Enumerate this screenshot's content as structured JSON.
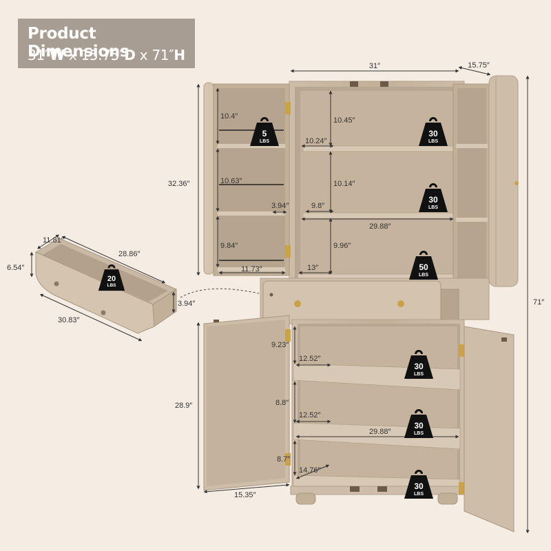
{
  "header": {
    "title": "Product Dimensions",
    "w_value": "31″",
    "w_unit": "W",
    "sep1": " x ",
    "d_value": "15.75″",
    "d_unit": "D",
    "sep2": " x ",
    "h_value": "71″",
    "h_unit": "H"
  },
  "overall": {
    "width": "31″",
    "depth": "15.75″",
    "height": "71″",
    "upper_height": "32.36″",
    "lower_height": "28.9″"
  },
  "upper_door": {
    "shelf1": "10.4″",
    "shelf2": "10.63″",
    "shelf3": "9.84″",
    "width": "11.73″",
    "depth": "3.94″"
  },
  "upper_cabinet": {
    "shelf1_height": "10.45″",
    "shelf2_height": "10.14″",
    "shelf3_height": "9.96″",
    "shelf_depth1": "10.24″",
    "shelf_depth2": "9.8″",
    "shelf_depth3": "13″",
    "shelf_width": "29.88″"
  },
  "drawer": {
    "depth": "11.81″",
    "inner_width": "28.86″",
    "height": "6.54″",
    "width": "30.83″",
    "inner_height": "3.94″"
  },
  "lower_cabinet": {
    "shelf1_height": "9.23″",
    "shelf2_height": "8.8″",
    "shelf3_height": "8.7″",
    "shelf_depth1": "12.52″",
    "shelf_depth2": "12.52″",
    "shelf_depth3": "14.76″",
    "shelf_width": "29.88″",
    "door_width": "15.35″"
  },
  "weights": [
    {
      "value": "5",
      "unit": "LBS"
    },
    {
      "value": "30",
      "unit": "LBS"
    },
    {
      "value": "30",
      "unit": "LBS"
    },
    {
      "value": "50",
      "unit": "LBS"
    },
    {
      "value": "20",
      "unit": "LBS"
    },
    {
      "value": "30",
      "unit": "LBS"
    },
    {
      "value": "30",
      "unit": "LBS"
    },
    {
      "value": "30",
      "unit": "LBS"
    }
  ],
  "colors": {
    "background": "#f5ece4",
    "badge": "#a89d92",
    "wood": "#c9b8a4",
    "wood_dark": "#a8967f",
    "interior": "#b9a690",
    "weight": "#111111"
  }
}
